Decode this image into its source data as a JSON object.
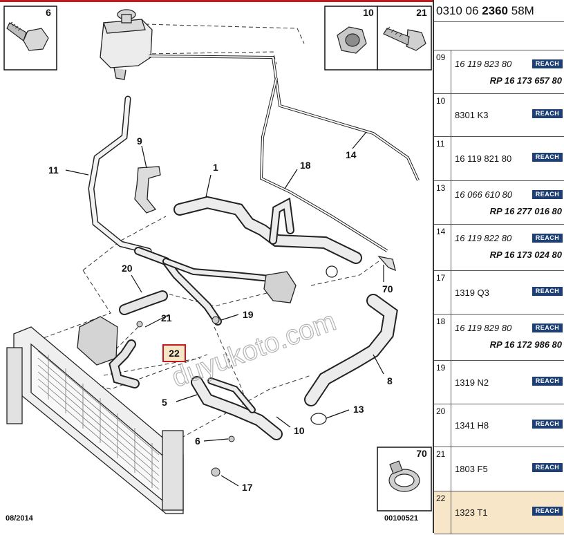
{
  "diagram": {
    "date": "08/2014",
    "code": "00100521",
    "watermark": "duyukoto.com",
    "callouts": [
      "1",
      "5",
      "6",
      "8",
      "9",
      "10",
      "11",
      "13",
      "14",
      "17",
      "18",
      "19",
      "20",
      "21",
      "22",
      "70"
    ],
    "highlighted_callout": "22",
    "inset_boxes": [
      "6",
      "10",
      "21",
      "70"
    ],
    "highlight_color": "#c41c1c",
    "highlight_fill": "#f7e6c8"
  },
  "reference_panel": {
    "header": {
      "part1": "0310 06 ",
      "part2": "2360",
      "part3": " 58M"
    },
    "badge_label": "REACH",
    "badge_color": "#1e3f73",
    "rows": [
      {
        "index": "09",
        "ref": "16 119 823 80",
        "alt": "RP 16 173 657 80"
      },
      {
        "index": "10",
        "ref": "8301 K3",
        "alt": ""
      },
      {
        "index": "11",
        "ref": "16 119 821 80",
        "alt": ""
      },
      {
        "index": "13",
        "ref": "16 066 610 80",
        "alt": "RP 16 277 016 80"
      },
      {
        "index": "14",
        "ref": "16 119 822 80",
        "alt": "RP 16 173 024 80"
      },
      {
        "index": "17",
        "ref": "1319 Q3",
        "alt": ""
      },
      {
        "index": "18",
        "ref": "16 119 829 80",
        "alt": "RP 16 172 986 80"
      },
      {
        "index": "19",
        "ref": "1319 N2",
        "alt": ""
      },
      {
        "index": "20",
        "ref": "1341 H8",
        "alt": ""
      },
      {
        "index": "21",
        "ref": "1803 F5",
        "alt": ""
      },
      {
        "index": "22",
        "ref": "1323 T1",
        "alt": "",
        "selected": true
      }
    ]
  }
}
